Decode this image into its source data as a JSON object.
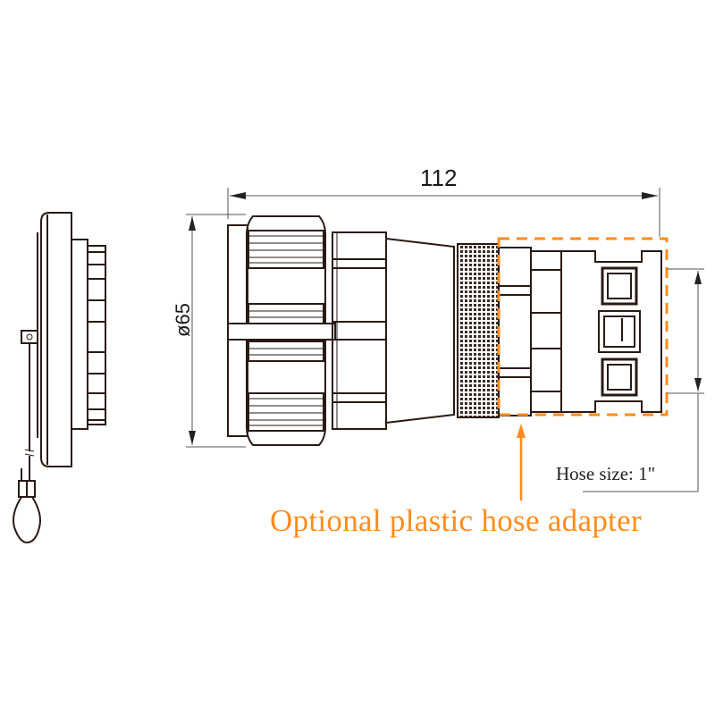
{
  "diagram": {
    "type": "technical-drawing",
    "subject": "connector with optional hose adapter",
    "dimensions": {
      "length": "112",
      "diameter": "ø65"
    },
    "labels": {
      "hose_size": "Hose size: 1\"",
      "adapter": "Optional plastic hose adapter"
    },
    "colors": {
      "line": "#2a1a14",
      "highlight": "#ff8c1a",
      "background": "#ffffff"
    },
    "views": [
      "side-view-cap",
      "front-view-connector"
    ]
  }
}
